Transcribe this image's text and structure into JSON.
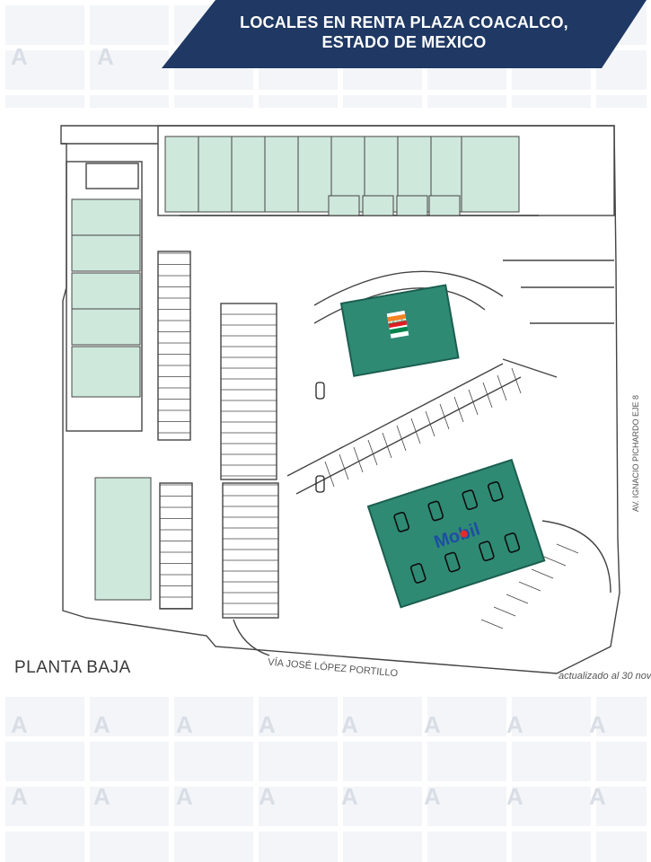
{
  "header": {
    "title_line1": "LOCALES EN RENTA PLAZA COACALCO,",
    "title_line2": "ESTADO DE MEXICO"
  },
  "colors": {
    "banner": "#1f3864",
    "unit_fill": "#cfe8dc",
    "anchor_fill": "#2f8a74",
    "anchor_stroke": "#1b5e4f",
    "line": "#444444",
    "seven_eleven_red": "#e31b23",
    "seven_eleven_green": "#00844a",
    "seven_eleven_orange": "#f58220",
    "mobil_blue": "#1d4ea3",
    "mobil_red": "#e32b2b"
  },
  "plan": {
    "floor_label": "PLANTA BAJA",
    "street_label": "VÍA JOSÉ LÓPEZ PORTILLO",
    "avenue_label": "AV. IGNACIO PICHARDO EJE 8",
    "update_note": "actualizado al 30 nov",
    "anchors": {
      "seven_eleven": "7-ELEVEn",
      "mobil": "Mobil"
    }
  }
}
